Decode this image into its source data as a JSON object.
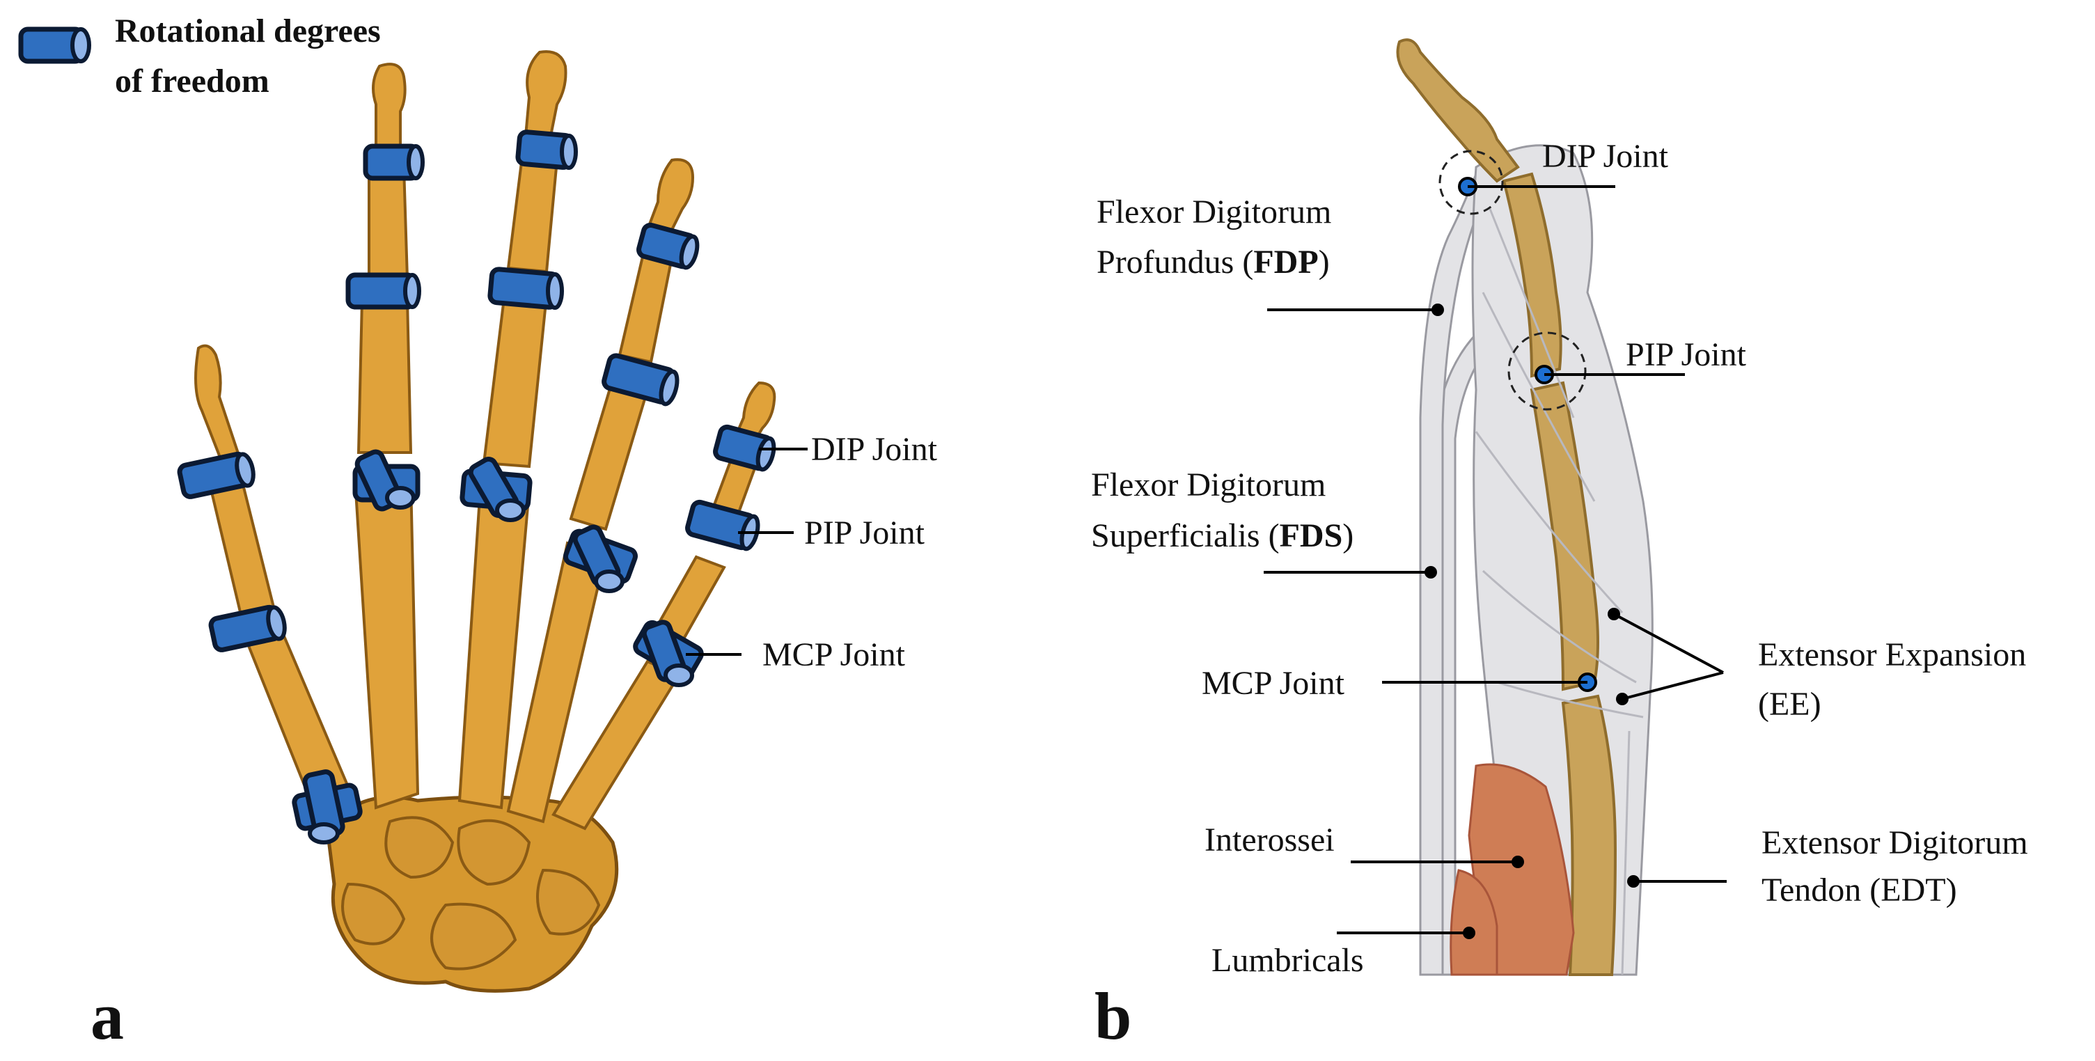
{
  "legend": {
    "text_line1": "Rotational degrees",
    "text_line2": "of freedom"
  },
  "panel_a": {
    "letter": "a",
    "labels": {
      "dip": "DIP Joint",
      "pip": "PIP Joint",
      "mcp": "MCP Joint"
    }
  },
  "panel_b": {
    "letter": "b",
    "labels": {
      "dip": "DIP Joint",
      "pip": "PIP Joint",
      "mcp": "MCP Joint",
      "fdp_line1": "Flexor Digitorum",
      "fdp_line2_prefix": "Profundus (",
      "fdp_abbr": "FDP",
      "fdp_suffix": ")",
      "fds_line1": "Flexor Digitorum",
      "fds_line2_prefix": "Superficialis (",
      "fds_abbr": "FDS",
      "fds_suffix": ")",
      "ee_line1": "Extensor Expansion",
      "ee_line2": "(EE)",
      "edt_line1": "Extensor Digitorum",
      "edt_line2": "Tendon (EDT)",
      "interossei": "Interossei",
      "lumbricals": "Lumbricals"
    }
  },
  "colors": {
    "joint_blue": "#2f6fc0",
    "bone": "#e0a23a",
    "muscle": "#cf7d55",
    "tendon": "#e3e3e6"
  }
}
